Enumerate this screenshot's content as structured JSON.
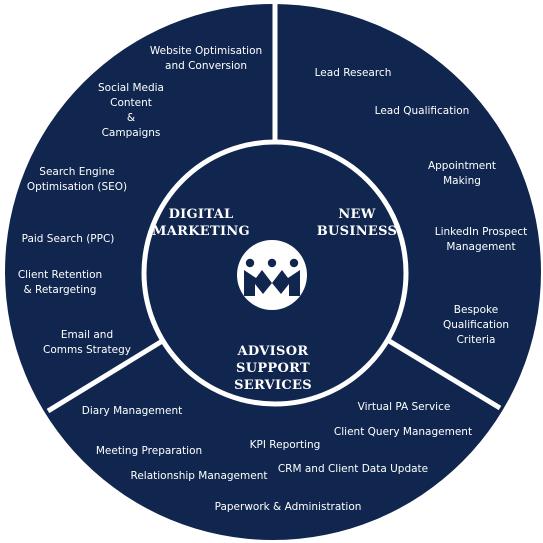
{
  "colors": {
    "navy": "#10264e",
    "white": "#ffffff"
  },
  "center_icon": "crown-logo-icon",
  "sections": {
    "digital": {
      "title_1": "DIGITAL",
      "title_2": "MARKETING"
    },
    "business": {
      "title_1": "NEW",
      "title_2": "BUSINESS"
    },
    "advisor": {
      "title_1": "ADVISOR",
      "title_2": "SUPPORT",
      "title_3": "SERVICES"
    }
  },
  "digital_items": [
    {
      "l1": "Website Optimisation",
      "l2": "and Conversion"
    },
    {
      "l1": "Social Media",
      "l2": "Content",
      "l3": "&",
      "l4": "Campaigns"
    },
    {
      "l1": "Search Engine",
      "l2": "Optimisation (SEO)"
    },
    {
      "l1": "Paid Search (PPC)"
    },
    {
      "l1": "Client Retention",
      "l2": "& Retargeting"
    },
    {
      "l1": "Email and",
      "l2": "Comms Strategy"
    }
  ],
  "business_items": [
    {
      "l1": "Lead Research"
    },
    {
      "l1": "Lead Qualification"
    },
    {
      "l1": "Appointment",
      "l2": "Making"
    },
    {
      "l1": "LinkedIn Prospect",
      "l2": "Management"
    },
    {
      "l1": "Bespoke",
      "l2": "Qualification",
      "l3": "Criteria"
    }
  ],
  "advisor_items": [
    {
      "l1": "Diary Management"
    },
    {
      "l1": "Meeting Preparation"
    },
    {
      "l1": "Relationship Management"
    },
    {
      "l1": "KPI Reporting"
    },
    {
      "l1": "Virtual PA Service"
    },
    {
      "l1": "Client Query Management"
    },
    {
      "l1": "CRM and Client Data Update"
    },
    {
      "l1": "Paperwork & Administration"
    }
  ]
}
